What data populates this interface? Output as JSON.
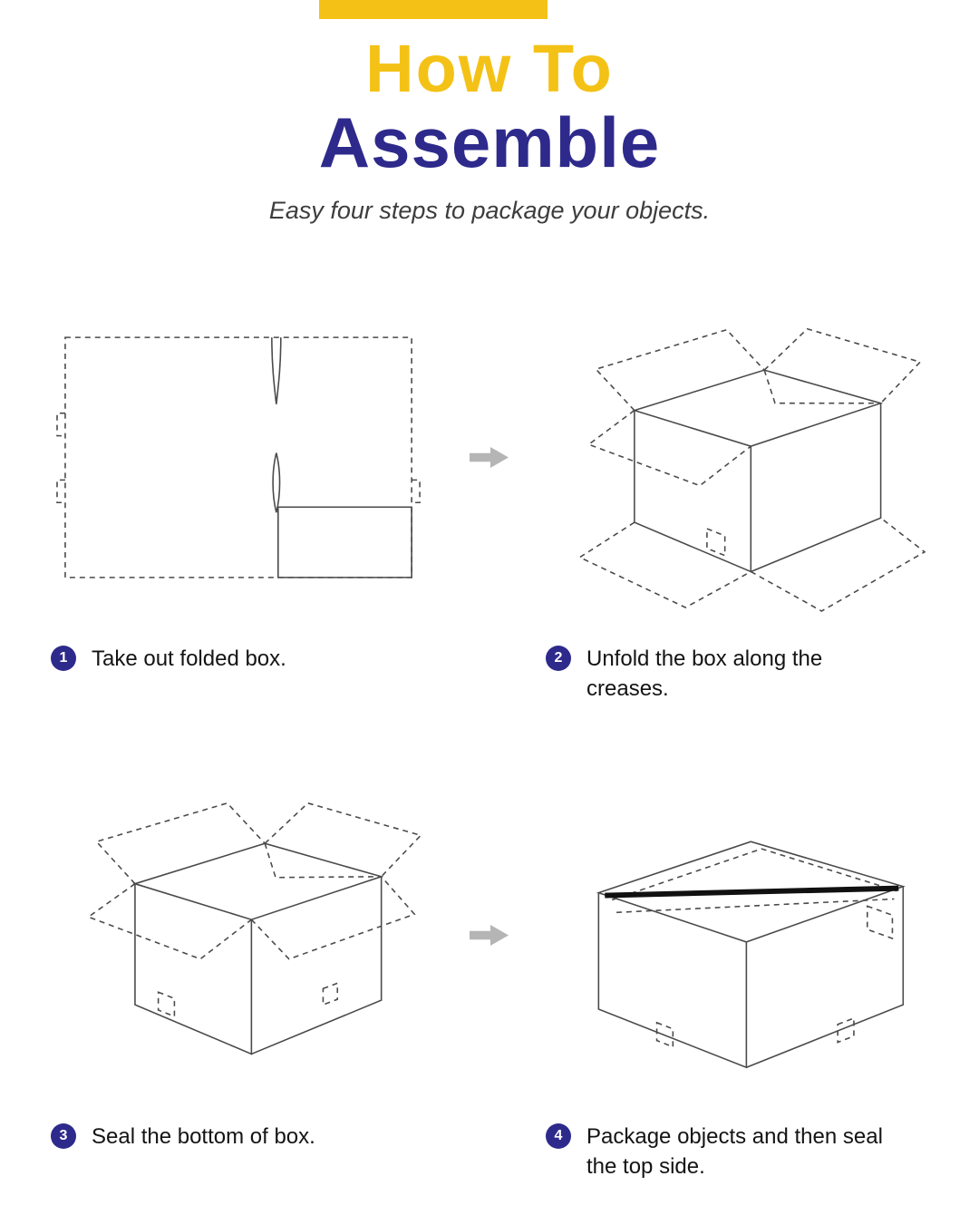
{
  "colors": {
    "accent_yellow": "#F4C216",
    "brand_navy": "#2E2A8C",
    "arrow_gray": "#B5B5B5",
    "line_gray": "#4A4A4A",
    "tape_black": "#111111"
  },
  "header": {
    "title_line1": "How To",
    "title_line2": "Assemble",
    "subtitle": "Easy four steps to package your objects."
  },
  "steps": [
    {
      "number": "1",
      "caption": "Take out folded box.",
      "illustration": "flat-folded-box"
    },
    {
      "number": "2",
      "caption": "Unfold the box along the creases.",
      "illustration": "unfolded-box-open-flaps"
    },
    {
      "number": "3",
      "caption": "Seal the bottom of box.",
      "illustration": "open-box-bottom-sealed"
    },
    {
      "number": "4",
      "caption": "Package objects and then seal the top side.",
      "illustration": "sealed-box-with-tape"
    }
  ]
}
